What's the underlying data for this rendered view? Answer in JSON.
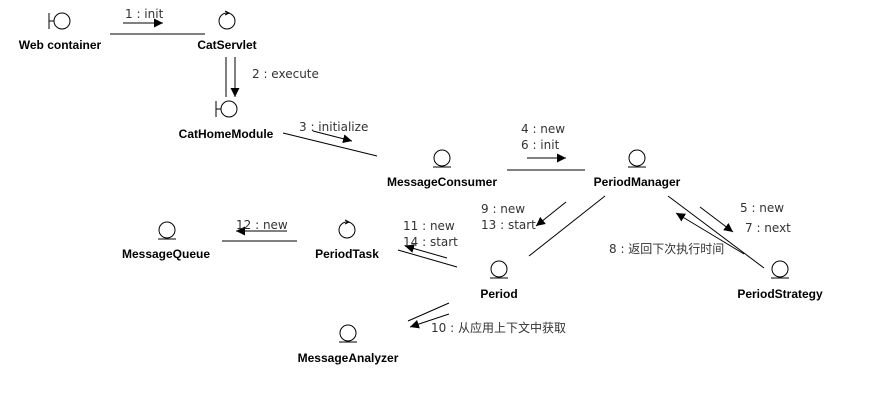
{
  "objects": {
    "web_container": {
      "name": "Web container",
      "kind": "boundary"
    },
    "cat_servlet": {
      "name": "CatServlet",
      "kind": "control"
    },
    "cat_home_module": {
      "name": "CatHomeModule",
      "kind": "boundary"
    },
    "message_consumer": {
      "name": "MessageConsumer",
      "kind": "entity"
    },
    "period_manager": {
      "name": "PeriodManager",
      "kind": "entity"
    },
    "message_queue": {
      "name": "MessageQueue",
      "kind": "entity"
    },
    "period_task": {
      "name": "PeriodTask",
      "kind": "control"
    },
    "period": {
      "name": "Period",
      "kind": "entity"
    },
    "period_strategy": {
      "name": "PeriodStrategy",
      "kind": "entity"
    },
    "message_analyzer": {
      "name": "MessageAnalyzer",
      "kind": "entity"
    }
  },
  "messages": {
    "m1": "1 : init",
    "m2": "2 : execute",
    "m3": "3 : initialize",
    "m4": "4 : new",
    "m6": "6 : init",
    "m5": "5 : new",
    "m7": "7 : next",
    "m8": "8 : 返回下次执行时间",
    "m9": "9 : new",
    "m13": "13 : start",
    "m11": "11 : new",
    "m14": "14 : start",
    "m12": "12 : new",
    "m10": "10 : 从应用上下文中获取"
  }
}
